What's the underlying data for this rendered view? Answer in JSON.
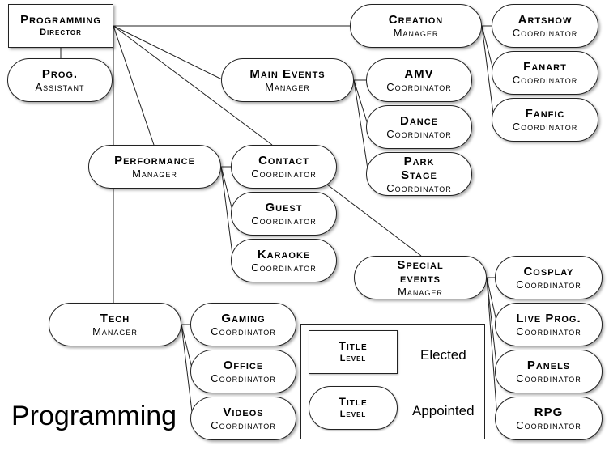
{
  "diagram": {
    "nodes": {
      "programming_director": {
        "title": "Programming",
        "level": "Director"
      },
      "prog_assistant": {
        "title": "Prog.",
        "level": "Assistant"
      },
      "creation_manager": {
        "title": "Creation",
        "level": "Manager"
      },
      "artshow": {
        "title": "Artshow",
        "level": "Coordinator"
      },
      "fanart": {
        "title": "Fanart",
        "level": "Coordinator"
      },
      "fanfic": {
        "title": "Fanfic",
        "level": "Coordinator"
      },
      "main_events_manager": {
        "title": "Main Events",
        "level": "Manager"
      },
      "amv": {
        "title": "AMV",
        "level": "Coordinator"
      },
      "dance": {
        "title": "Dance",
        "level": "Coordinator"
      },
      "park_stage": {
        "title": "Park Stage",
        "level": "Coordinator"
      },
      "performance_manager": {
        "title": "Performance",
        "level": "Manager"
      },
      "contact": {
        "title": "Contact",
        "level": "Coordinator"
      },
      "guest": {
        "title": "Guest",
        "level": "Coordinator"
      },
      "karaoke": {
        "title": "Karaoke",
        "level": "Coordinator"
      },
      "special_events_manager": {
        "title": "Special events",
        "level": "Manager"
      },
      "cosplay": {
        "title": "Cosplay",
        "level": "Coordinator"
      },
      "live_prog": {
        "title": "Live Prog.",
        "level": "Coordinator"
      },
      "panels": {
        "title": "Panels",
        "level": "Coordinator"
      },
      "rpg": {
        "title": "RPG",
        "level": "Coordinator"
      },
      "tech_manager": {
        "title": "Tech",
        "level": "Manager"
      },
      "gaming": {
        "title": "Gaming",
        "level": "Coordinator"
      },
      "office": {
        "title": "Office",
        "level": "Coordinator"
      },
      "videos": {
        "title": "Videos",
        "level": "Coordinator"
      }
    },
    "edges": [
      [
        "programming_director",
        "prog_assistant"
      ],
      [
        "programming_director",
        "creation_manager"
      ],
      [
        "programming_director",
        "main_events_manager"
      ],
      [
        "programming_director",
        "performance_manager"
      ],
      [
        "programming_director",
        "contact"
      ],
      [
        "programming_director",
        "tech_manager"
      ],
      [
        "creation_manager",
        "artshow"
      ],
      [
        "creation_manager",
        "fanart"
      ],
      [
        "creation_manager",
        "fanfic"
      ],
      [
        "main_events_manager",
        "amv"
      ],
      [
        "main_events_manager",
        "dance"
      ],
      [
        "main_events_manager",
        "park_stage"
      ],
      [
        "performance_manager",
        "contact"
      ],
      [
        "performance_manager",
        "guest"
      ],
      [
        "performance_manager",
        "karaoke"
      ],
      [
        "contact",
        "special_events_manager"
      ],
      [
        "special_events_manager",
        "cosplay"
      ],
      [
        "special_events_manager",
        "live_prog"
      ],
      [
        "special_events_manager",
        "panels"
      ],
      [
        "special_events_manager",
        "rpg"
      ],
      [
        "tech_manager",
        "gaming"
      ],
      [
        "tech_manager",
        "office"
      ],
      [
        "tech_manager",
        "videos"
      ]
    ]
  },
  "legend": {
    "elected": {
      "title": "Title",
      "level": "Level",
      "label": "Elected"
    },
    "appointed": {
      "title": "Title",
      "level": "Level",
      "label": "Appointed"
    }
  },
  "footer_title": "Programming"
}
